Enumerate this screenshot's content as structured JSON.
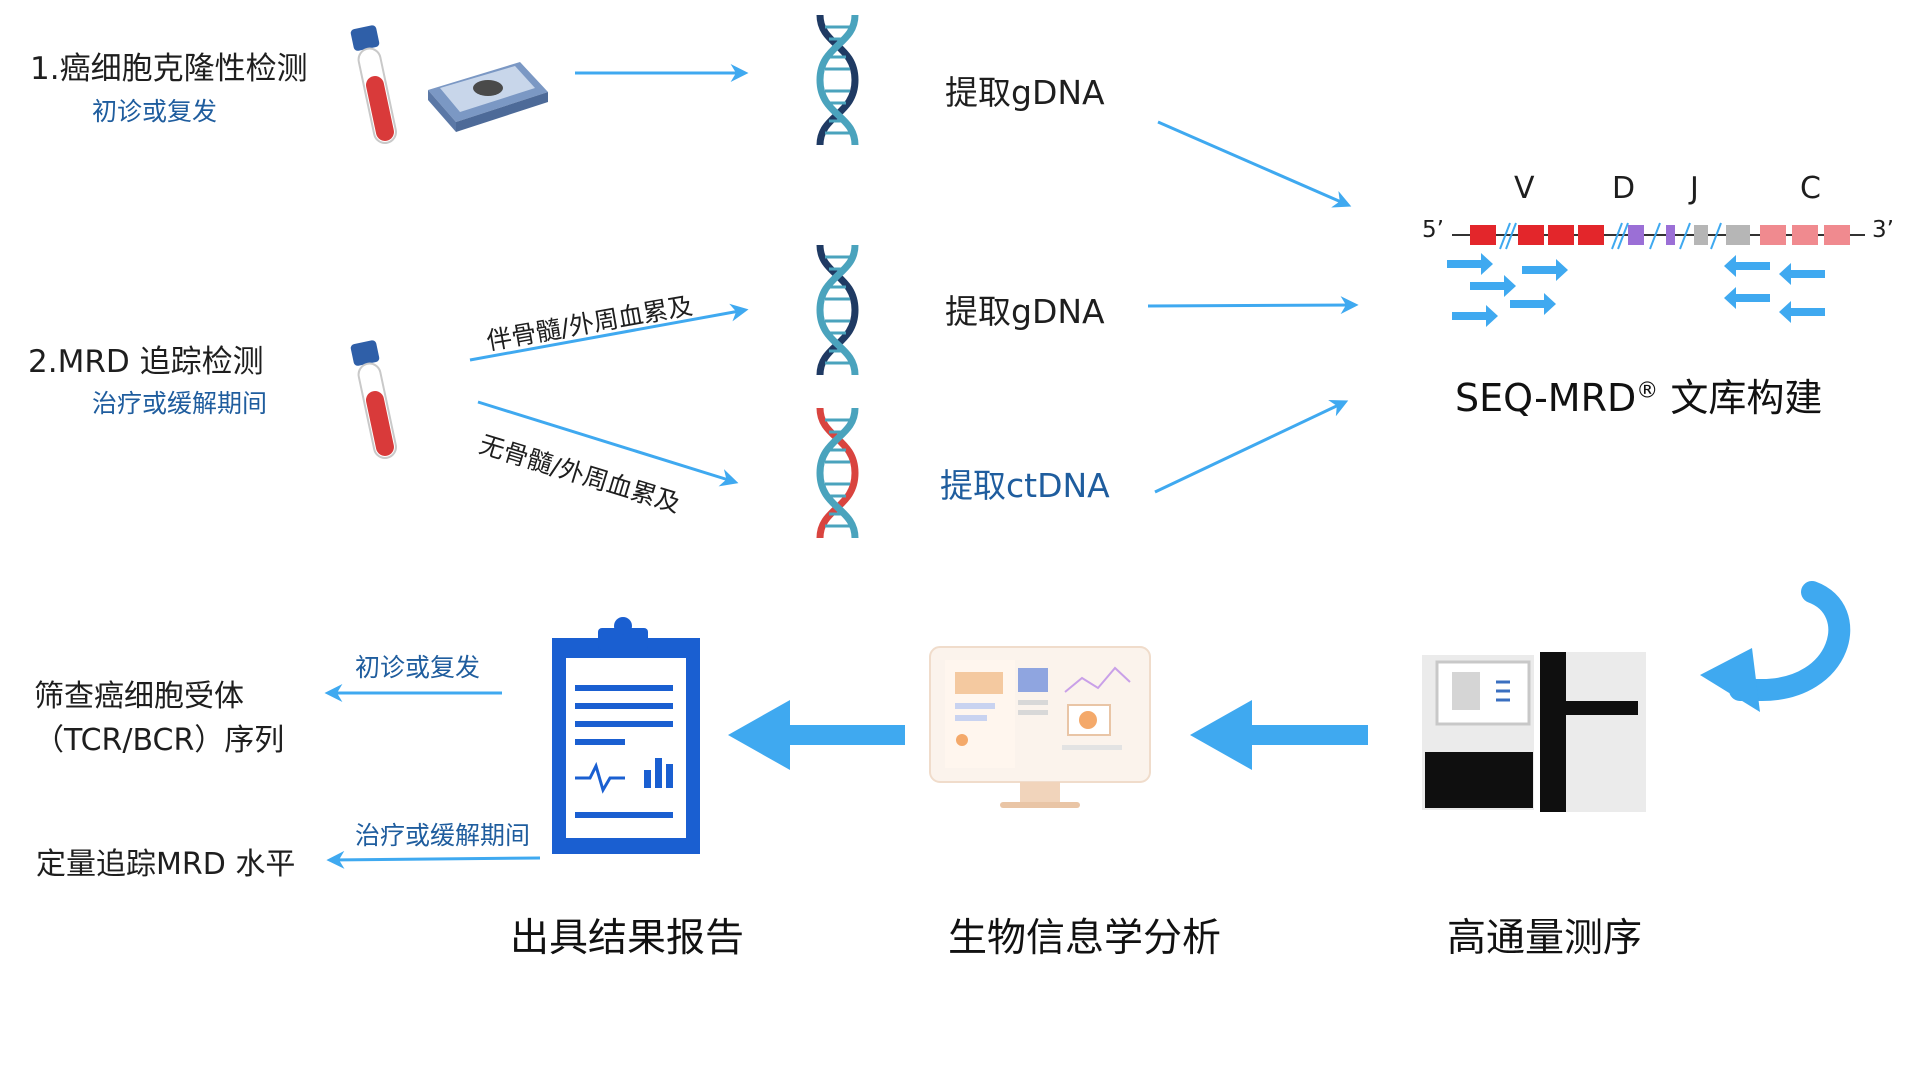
{
  "colors": {
    "arrow": "#3fa9f0",
    "dna_navy": "#1f3a63",
    "dna_teal": "#4aa3bd",
    "dna_red": "#d9443f",
    "segment_v": "#e3262b",
    "segment_d": "#9b6fd6",
    "segment_j": "#b6b6b6",
    "segment_c": "#f08a8f",
    "report_blue": "#1a5fd1",
    "text_blue": "#1f5d9e"
  },
  "step1": {
    "title": "1.癌细胞克隆性检测",
    "subtitle": "初诊或复发"
  },
  "step2": {
    "title": "2.MRD 追踪检测",
    "subtitle": "治疗或缓解期间"
  },
  "branches": {
    "with_marrow": "伴骨髓/外周血累及",
    "without_marrow": "无骨髓/外周血累及"
  },
  "extraction": {
    "gdna_1": "提取gDNA",
    "gdna_2": "提取gDNA",
    "ctdna": "提取ctDNA"
  },
  "library": {
    "gene_labels": [
      "V",
      "D",
      "J",
      "C"
    ],
    "prime_5": "5’",
    "prime_3": "3’",
    "title_main": "SEQ-MRD",
    "title_reg": "®",
    "title_suffix": " 文库构建"
  },
  "stages": {
    "sequencing": "高通量测序",
    "bioinformatics": "生物信息学分析",
    "report": "出具结果报告"
  },
  "outputs": {
    "screen_line1": "筛查癌细胞受体",
    "screen_line2": "（TCR/BCR）序列",
    "screen_condition": "初诊或复发",
    "track_text": "定量追踪MRD 水平",
    "track_condition": "治疗或缓解期间"
  },
  "icons": [
    "blood-tube-icon",
    "tissue-slide-icon",
    "dna-helix-icon",
    "sequencer-icon",
    "monitor-icon",
    "report-clipboard-icon",
    "curved-arrow-icon"
  ]
}
